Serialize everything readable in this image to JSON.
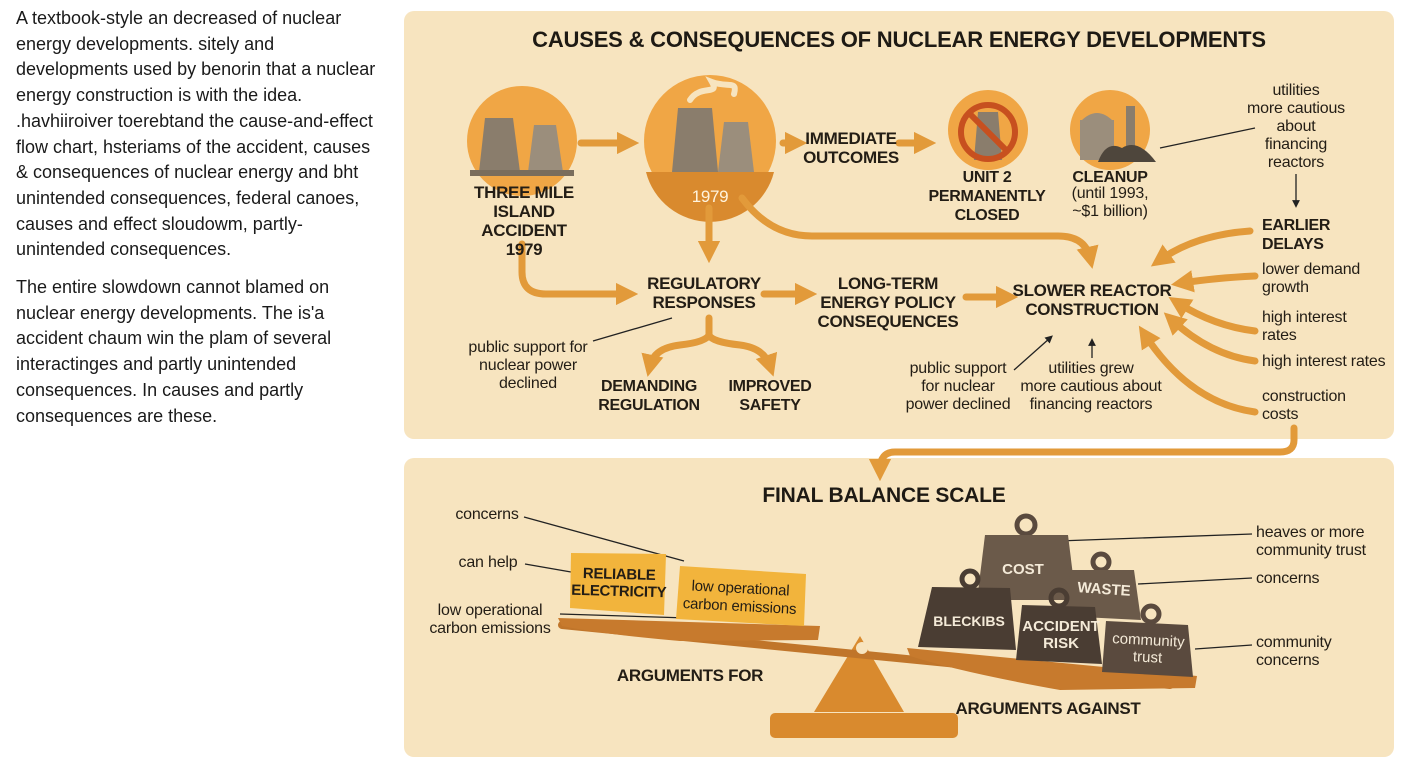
{
  "intro": {
    "paragraph1": "A textbook-style an decreased of nuclear energy developments. sitely and developments used by benorin that a nuclear energy construction is with the idea. .havhiiroiver toerebtand the cause-and-effect flow chart, hsteriams of the accident, causes & consequences of nuclear energy and bht unintended consequences, federal canoes, causes and effect sloudowm, partly-unintended consequences.",
    "paragraph2": "The entire slowdown cannot blamed on nuclear energy developments. The is'a accident chaum win the plam of several interactinges and partly unintended consequences. In causes and partly consequences are these."
  },
  "diagram": {
    "title": "CAUSES & CONSEQUENCES OF NUCLEAR ENERGY DEVELOPMENTS",
    "tmi_label": "THREE MILE ISLAND\nACCIDENT\n1979",
    "year_badge": "1979",
    "immediate_outcomes": "IMMEDIATE\nOUTCOMES",
    "unit2": "UNIT 2\nPERMANENTLY\nCLOSED",
    "cleanup_title": "CLEANUP",
    "cleanup_detail": "(until 1993,\n~$1 billion)",
    "utilities_note": "utilities\nmore cautious\nabout\nfinancing\nreactors",
    "earlier_delays": "EARLIER\nDELAYS",
    "regulatory_responses": "REGULATORY\nRESPONSES",
    "long_term": "LONG-TERM\nENERGY POLICY\nCONSEQUENCES",
    "slower_construction": "SLOWER REACTOR\nCONSTRUCTION",
    "public_support_left": "public support for\nnuclear power\ndeclined",
    "demanding_regulation": "DEMANDING\nREGULATION",
    "improved_safety": "IMPROVED\nSAFETY",
    "public_support_right": "public support\nfor nuclear\npower declined",
    "utilities_grew": "utilities grew\nmore cautious about\nfinancing reactors",
    "factors": [
      "lower demand\ngrowth",
      "high interest\nrates",
      "high interest rates",
      "construction\ncosts"
    ]
  },
  "scale": {
    "title": "FINAL BALANCE SCALE",
    "note_concerns": "concerns",
    "note_can_help": "can help",
    "note_low_operational": "low operational\ncarbon emissions",
    "block_reliable": "RELIABLE\nELECTRICITY",
    "block_low_carbon": "low operational\ncarbon emissions",
    "arguments_for": "ARGUMENTS FOR",
    "arguments_against": "ARGUMENTS AGAINST",
    "weight_cost": "COST",
    "weight_waste": "WASTE",
    "weight_bleckibs": "BLECKIBS",
    "weight_accident": "ACCIDENT\nRISK",
    "weight_community": "community\ntrust",
    "right_note1": "heaves or more\ncommunity trust",
    "right_note2": "concerns",
    "right_note3": "community\nconcerns"
  },
  "colors": {
    "panel": "#f7e4bf",
    "accent_orange": "#e29a3a",
    "scale_orange": "#d98a2e",
    "weight_dark": "#5a4a3e",
    "block_yellow": "#f2b43c"
  }
}
